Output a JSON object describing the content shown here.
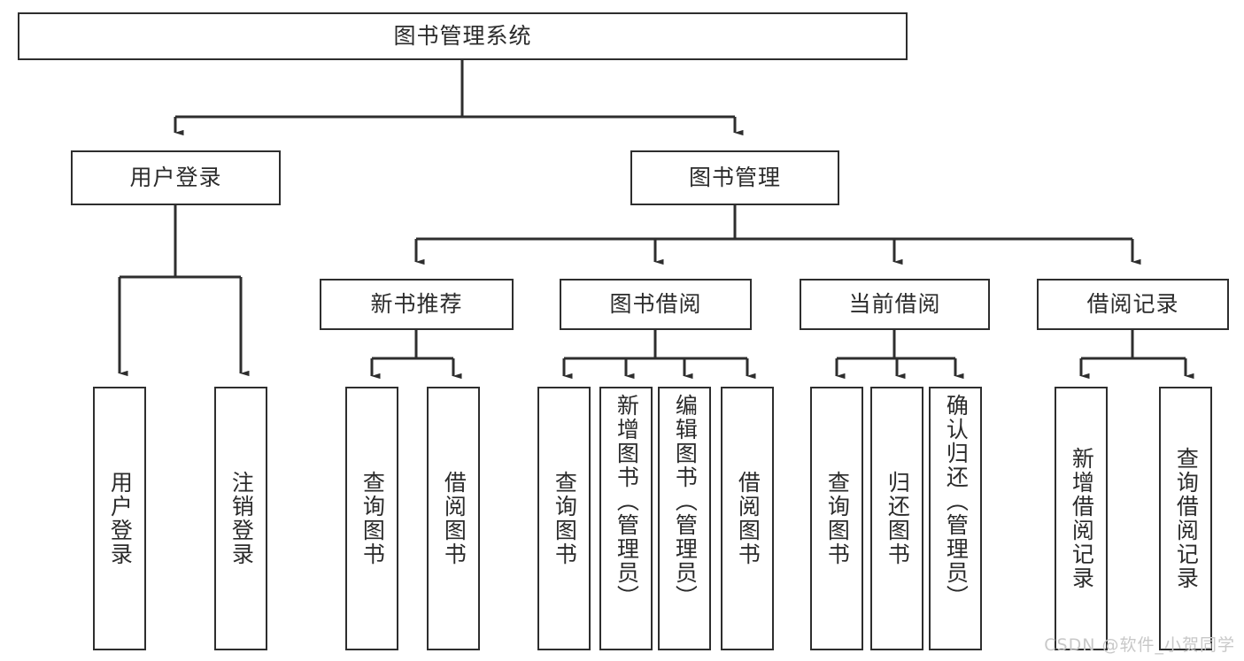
{
  "diagram": {
    "title": "图书管理系统",
    "type": "tree-hierarchy",
    "root": {
      "label": "图书管理系统"
    },
    "level2": [
      {
        "label": "用户登录"
      },
      {
        "label": "图书管理"
      }
    ],
    "level3": [
      {
        "label": "新书推荐"
      },
      {
        "label": "图书借阅"
      },
      {
        "label": "当前借阅"
      },
      {
        "label": "借阅记录"
      }
    ],
    "leaves": {
      "user_login": [
        {
          "label": "用户登录"
        },
        {
          "label": "注销登录"
        }
      ],
      "new_book_recommend": [
        {
          "label": "查询图书"
        },
        {
          "label": "借阅图书"
        }
      ],
      "book_borrow": [
        {
          "label": "查询图书"
        },
        {
          "label": "新增图书（管理员）"
        },
        {
          "label": "编辑图书（管理员）"
        },
        {
          "label": "借阅图书"
        }
      ],
      "current_borrow": [
        {
          "label": "查询图书"
        },
        {
          "label": "归还图书"
        },
        {
          "label": "确认归还（管理员）"
        }
      ],
      "borrow_record": [
        {
          "label": "新增借阅记录"
        },
        {
          "label": "查询借阅记录"
        }
      ]
    }
  },
  "watermark": {
    "text": "CSDN @软件_小贺同学"
  },
  "colors": {
    "stroke": "#2e2e2e",
    "text": "#2b2b2b",
    "background": "#ffffff",
    "watermark": "#c8c8c8"
  }
}
